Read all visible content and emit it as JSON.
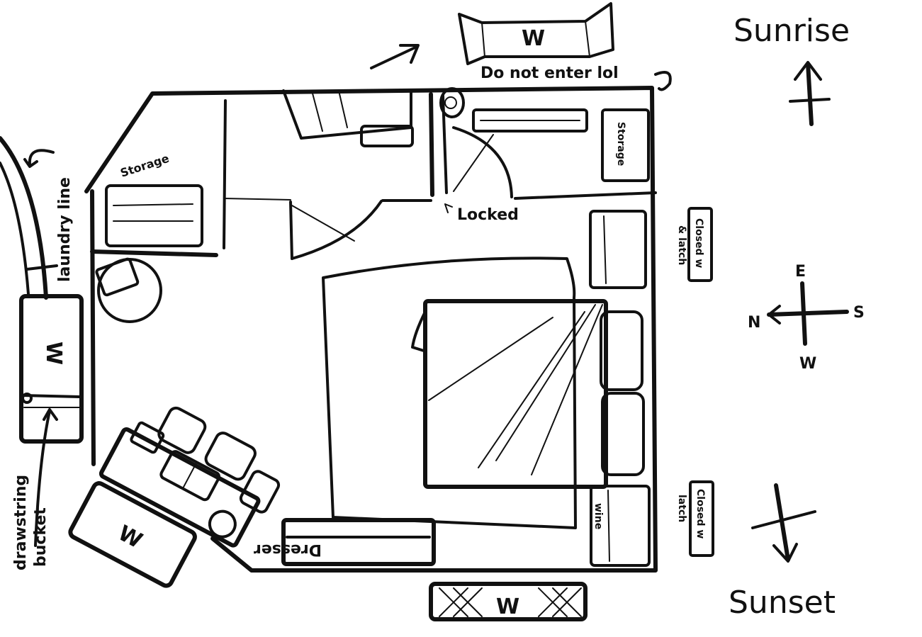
{
  "compass": {
    "sunrise": "Sunrise",
    "sunset": "Sunset",
    "east": "E",
    "south": "S",
    "north": "N",
    "west": "W"
  },
  "labels": {
    "do_not_enter": "Do not enter lol",
    "locked": "Locked",
    "storage_left": "Storage",
    "storage_right": "Storage",
    "laundry_line": "laundry line",
    "drawstring_bucket_line1": "drawstring",
    "drawstring_bucket_line2": "bucket",
    "dresser": "Dresser",
    "wine": "wine",
    "closed_w_top": "Closed w",
    "latch_top": "& latch",
    "closed_w_bottom": "Closed w",
    "latch_bottom": "latch"
  },
  "windows": {
    "top": "W",
    "bottom": "W",
    "left": "W",
    "desk": "W"
  },
  "colors": {
    "ink": "#111111",
    "paper": "#ffffff"
  }
}
